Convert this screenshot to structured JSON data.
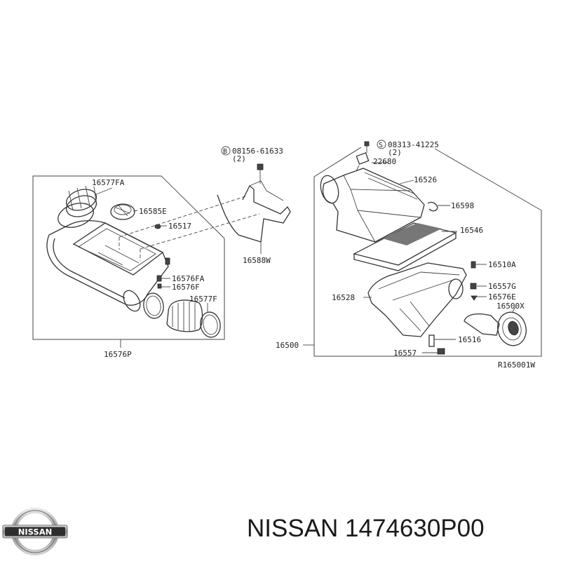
{
  "diagram": {
    "ref_code": "R165001W",
    "left_assembly": {
      "callouts": {
        "pipe_ring": "16577FA",
        "cap": "16585E",
        "clip": "16517",
        "bolt_fa": "16576FA",
        "bolt_f": "16576F",
        "clamp": "16577F",
        "duct": "16576P",
        "bracket": "16588W"
      }
    },
    "fastener_b": {
      "prefix": "B",
      "part_no": "08156-61633",
      "qty": "(2)"
    },
    "fastener_s": {
      "prefix": "S",
      "part_no": "08313-41225",
      "qty": "(2)"
    },
    "right_assembly": {
      "callouts": {
        "sensor": "22680",
        "upper_cover": "16526",
        "clip": "16598",
        "filter": "16546",
        "bolt_a": "16510A",
        "lower_case": "16528",
        "grommet_g": "16557G",
        "bolt_e": "16576E",
        "resonator": "16500X",
        "assembly": "16500",
        "valve": "16516",
        "grommet": "16557"
      }
    }
  },
  "brand": {
    "logo_text": "NISSAN",
    "caption": "NISSAN 1474630P00"
  }
}
